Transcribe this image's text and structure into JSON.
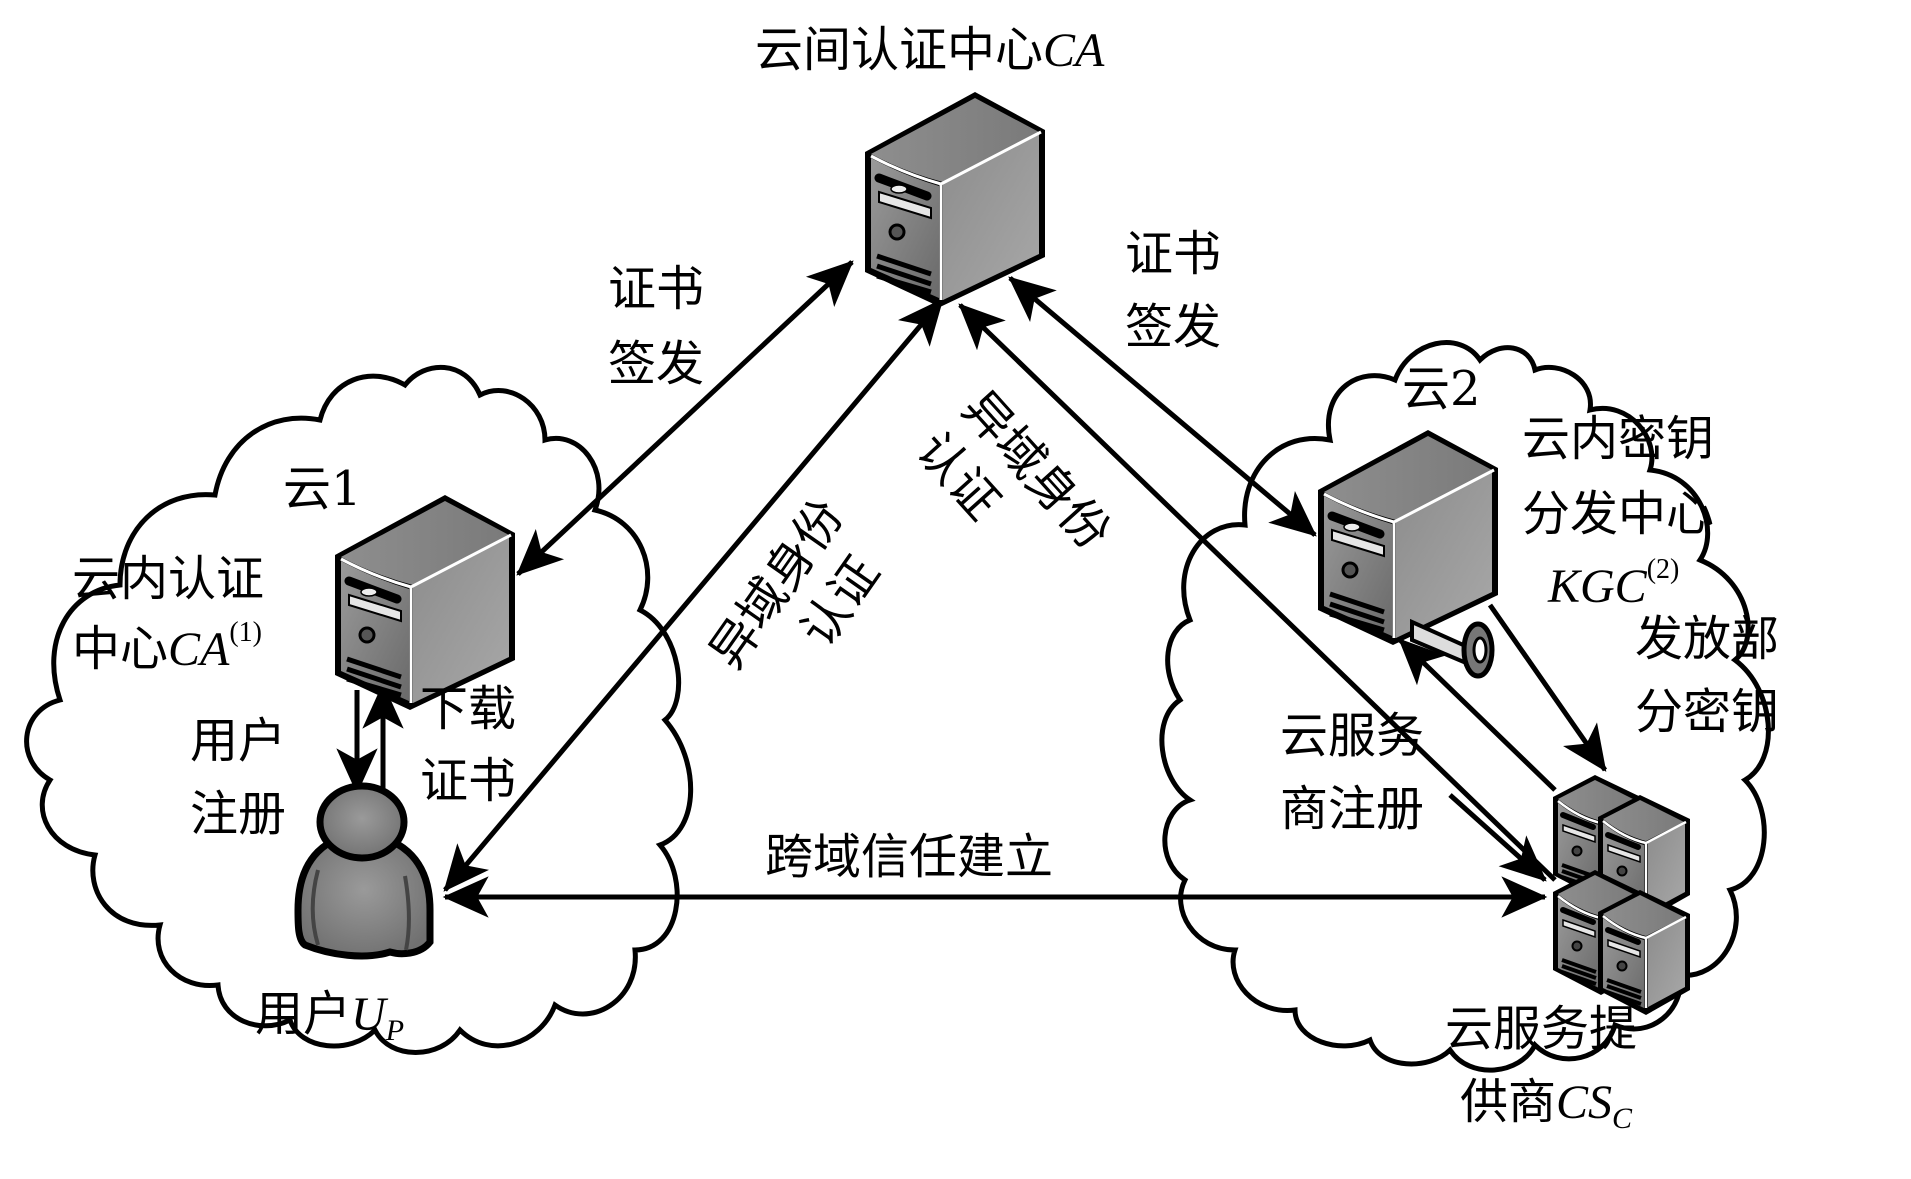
{
  "title": {
    "text": "云间认证中心",
    "italic": "CA"
  },
  "cloud1": {
    "label": "云1",
    "ca_label_line1": "云内认证",
    "ca_label_line2": "中心",
    "ca_label_italic": "CA",
    "ca_label_sup": "(1)",
    "user_register_line1": "用户",
    "user_register_line2": "注册",
    "download_cert_line1": "下载",
    "download_cert_line2": "证书",
    "user_label": "用户",
    "user_italic": "U",
    "user_sub": "P"
  },
  "cloud2": {
    "label": "云2",
    "kgc_line1": "云内密钥",
    "kgc_line2": "分发中心",
    "kgc_italic": "KGC",
    "kgc_sup": "(2)",
    "issue_key_line1": "发放部",
    "issue_key_line2": "分密钥",
    "csp_register_line1": "云服务",
    "csp_register_line2": "商注册",
    "csp_line1": "云服务提",
    "csp_line2": "供商",
    "csp_italic": "CS",
    "csp_sub": "C"
  },
  "edges": {
    "cert_issue_left_line1": "证书",
    "cert_issue_left_line2": "签发",
    "cert_issue_right_line1": "证书",
    "cert_issue_right_line2": "签发",
    "cross_auth_left_line1": "异域身份",
    "cross_auth_left_line2": "认证",
    "cross_auth_right_line1": "异域身份",
    "cross_auth_right_line2": "认证",
    "cross_trust": "跨域信任建立"
  },
  "colors": {
    "stroke": "#000000",
    "device_fill": "#8a8a8a",
    "device_dark": "#6e6e6e",
    "background": "#ffffff"
  }
}
